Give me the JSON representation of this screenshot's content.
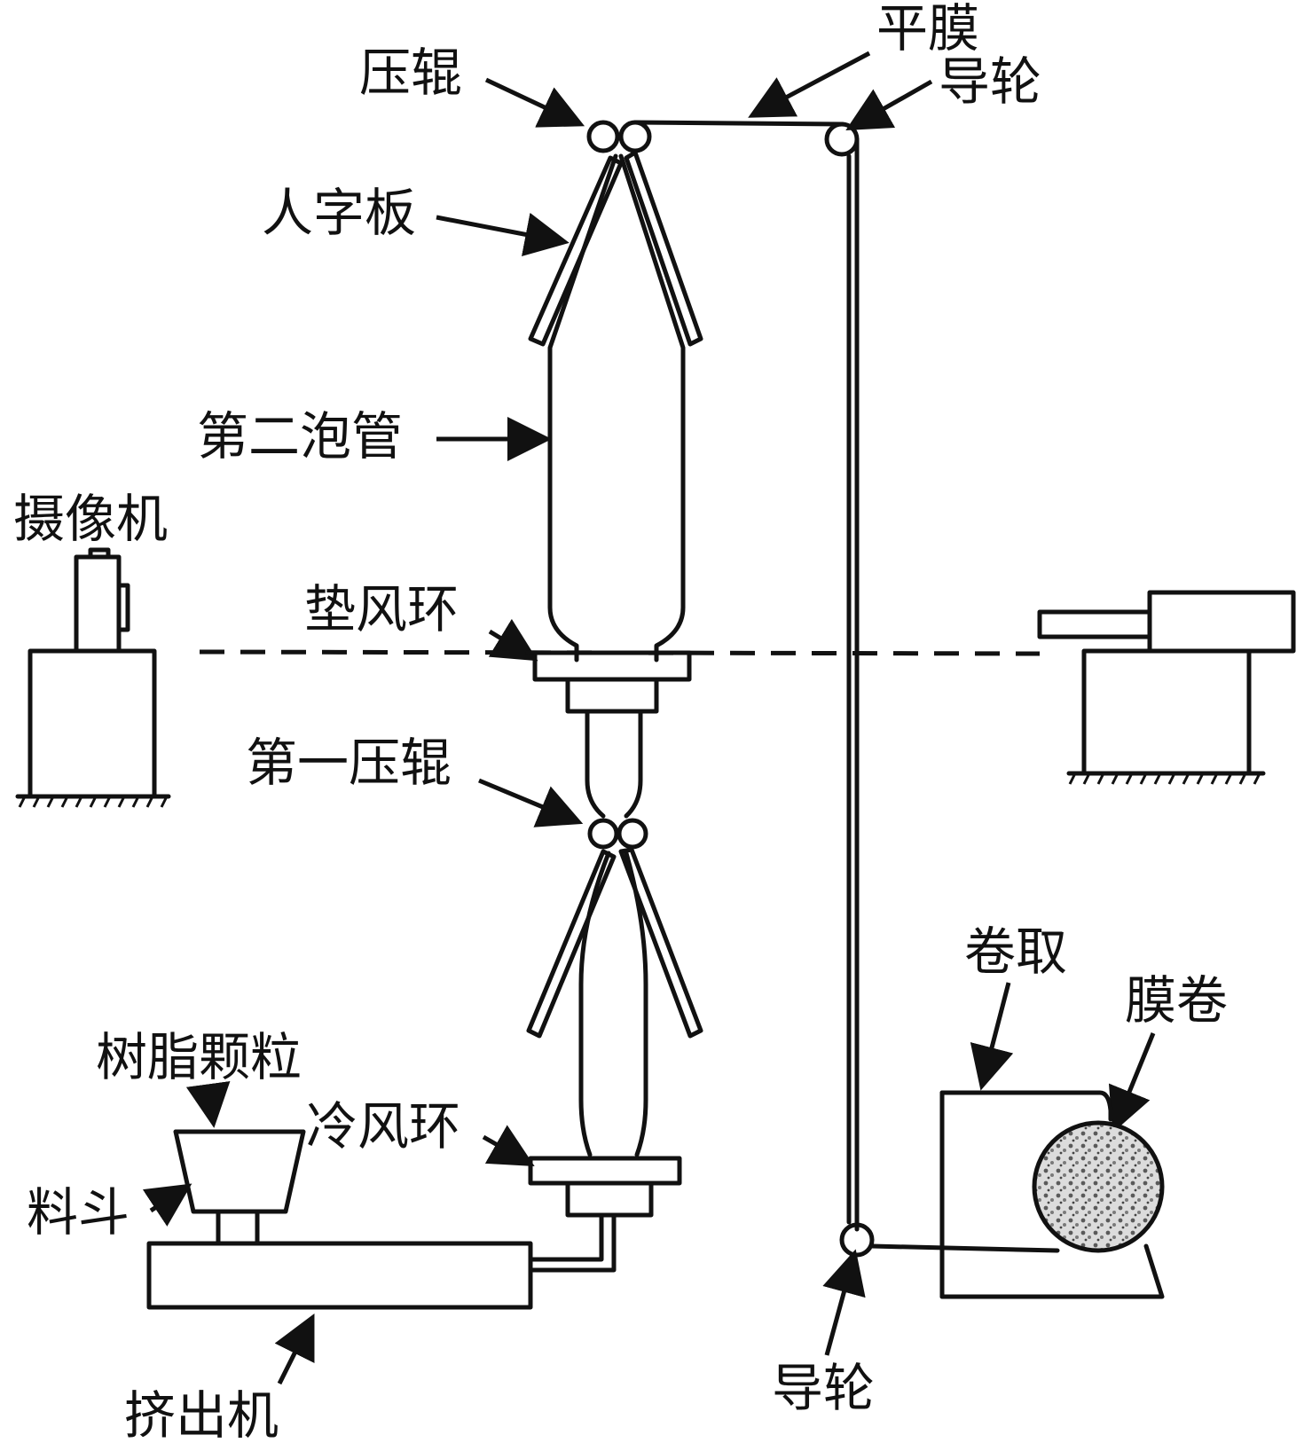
{
  "labels": {
    "nip_roll_top": "压辊",
    "flat_film": "平膜",
    "guide_roll_top": "导轮",
    "collapsing_board": "人字板",
    "second_bubble": "第二泡管",
    "camera": "摄像机",
    "air_ring_pad": "垫风环",
    "first_nip_roll": "第一压辊",
    "winding": "卷取",
    "film_roll": "膜卷",
    "resin_pellets": "树脂颗粒",
    "cooling_air_ring": "冷风环",
    "hopper": "料斗",
    "extruder": "挤出机",
    "guide_roll_bottom": "导轮"
  },
  "colors": {
    "line": "#111111",
    "background": "#ffffff",
    "roll_fill": "#8a8a8a"
  }
}
